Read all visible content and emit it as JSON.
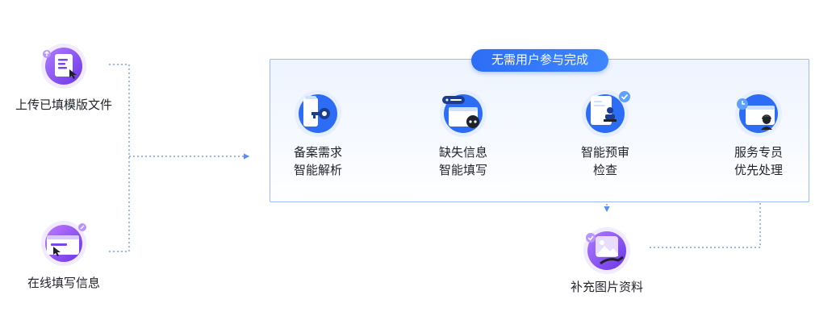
{
  "banner": "无需用户参与完成",
  "inputs": {
    "template": "上传已填模版文件",
    "online": "在线填写信息"
  },
  "steps": [
    {
      "line1": "备案需求",
      "line2": "智能解析"
    },
    {
      "line1": "缺失信息",
      "line2": "智能填写"
    },
    {
      "line1": "智能预审",
      "line2": "检查"
    },
    {
      "line1": "服务专员",
      "line2": "优先处理"
    }
  ],
  "supplement": "补充图片资料",
  "colors": {
    "primary": "#2d6df6",
    "purple": "#8a4cf0",
    "line": "#5b8def"
  },
  "icons": [
    "upload-document-icon",
    "online-form-icon",
    "document-key-icon",
    "robot-chat-icon",
    "document-check-icon",
    "customer-service-icon",
    "image-upload-icon"
  ]
}
